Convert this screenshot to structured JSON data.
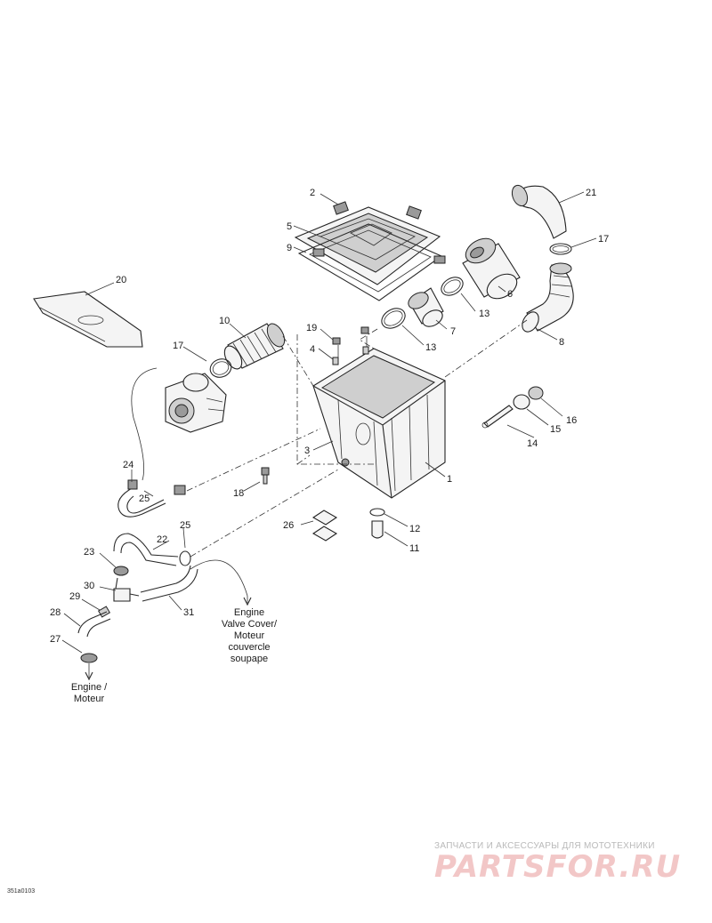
{
  "callouts": {
    "c1": "1",
    "c2": "2",
    "c3": "3",
    "c4": "4",
    "c5": "5",
    "c6": "6",
    "c7": "7",
    "c8": "8",
    "c9": "9",
    "c10": "10",
    "c11": "11",
    "c12": "12",
    "c13a": "13",
    "c13b": "13",
    "c14": "14",
    "c15": "15",
    "c16": "16",
    "c17a": "17",
    "c17b": "17",
    "c18": "18",
    "c19": "19",
    "c20": "20",
    "c21": "21",
    "c22": "22",
    "c23": "23",
    "c24": "24",
    "c25a": "25",
    "c25b": "25",
    "c26": "26",
    "c27": "27",
    "c28": "28",
    "c29": "29",
    "c30": "30",
    "c31": "31"
  },
  "notes": {
    "valve_cover": [
      "Engine",
      "Valve Cover/",
      "Moteur",
      "couvercle",
      "soupape"
    ],
    "engine": [
      "Engine /",
      "Moteur"
    ]
  },
  "drawing_code": "351a0103",
  "watermark": {
    "tagline": "ЗАПЧАСТИ И АКСЕССУАРЫ ДЛЯ МОТОТЕХНИКИ",
    "logo": "PARTSFOR.RU"
  }
}
